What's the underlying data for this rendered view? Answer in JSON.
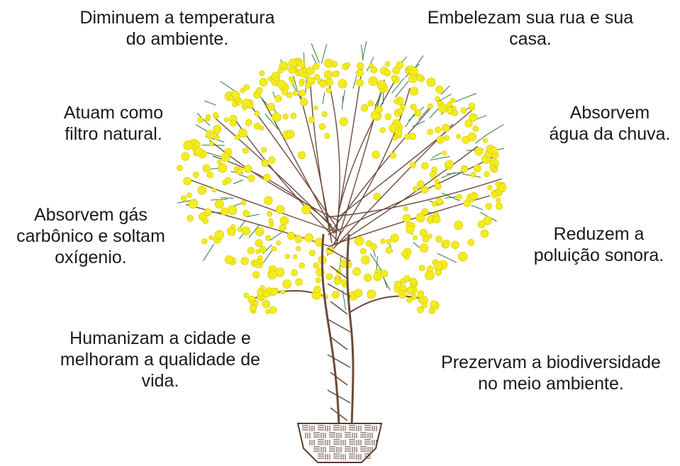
{
  "benefits": [
    {
      "id": "temperature",
      "lines": [
        "Diminuem a temperatura",
        "do ambiente."
      ]
    },
    {
      "id": "beautify",
      "lines": [
        "Embelezam sua rua e sua",
        "casa."
      ]
    },
    {
      "id": "filter",
      "lines": [
        "Atuam como",
        "filtro natural."
      ]
    },
    {
      "id": "rainwater",
      "lines": [
        "Absorvem",
        "água da chuva."
      ]
    },
    {
      "id": "carbon",
      "lines": [
        "Absorvem gás",
        "carbônico e soltam",
        "oxígenio."
      ]
    },
    {
      "id": "noise",
      "lines": [
        "Reduzem a",
        "poluição sonora."
      ]
    },
    {
      "id": "humanize",
      "lines": [
        "Humanizam a cidade e",
        "melhoram a qualidade de",
        "vida."
      ]
    },
    {
      "id": "biodiversity",
      "lines": [
        "Prezervam a biodiversidade",
        "no meio ambiente."
      ]
    }
  ],
  "illustration": {
    "subject": "tree-with-yellow-flowers-in-planter",
    "colors": {
      "flowers": "#f2ec1e",
      "flower_edge": "#d9c400",
      "trunk": "#6b4a3a",
      "twigs": "#2e7d32",
      "planter": "#5a3d2f"
    }
  }
}
